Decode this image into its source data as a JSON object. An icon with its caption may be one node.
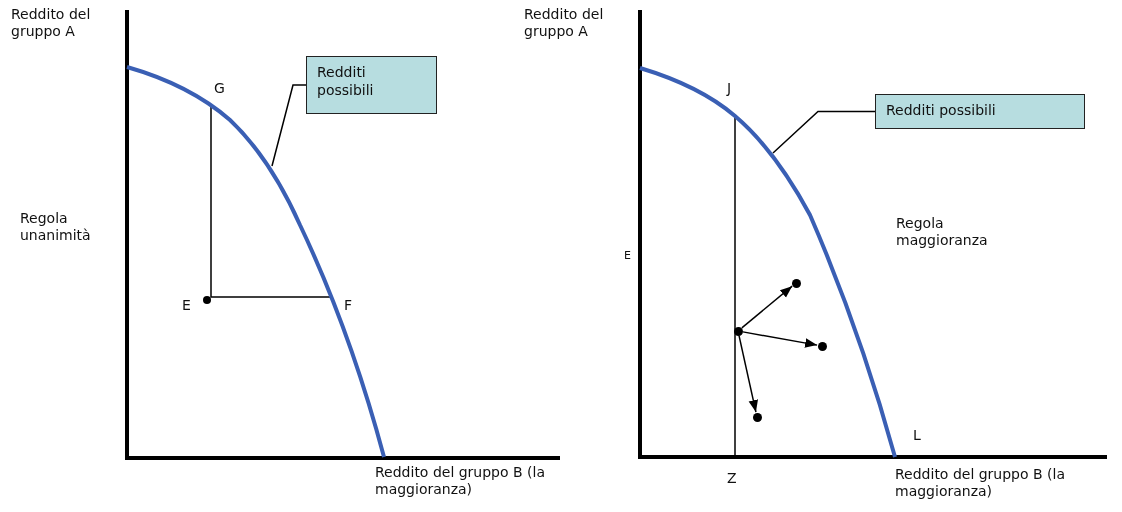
{
  "diagram": {
    "nodes": [
      {
        "text": [
          "Redditi possibili"
        ]
      },
      {
        "text": [
          "Redditi possibili"
        ]
      },
      {
        "text": [],
        "shape": "circle"
      },
      {
        "text": [],
        "shape": "circle"
      },
      {
        "text": [],
        "shape": "circle"
      },
      {
        "text": [],
        "shape": "circle"
      }
    ],
    "edges": [
      {
        "from": 0,
        "to": null,
        "arrow": "none"
      },
      {
        "from": 1,
        "to": null,
        "arrow": "none"
      },
      {
        "from": 2,
        "to": 3,
        "arrow": "to"
      },
      {
        "from": 2,
        "to": 4,
        "arrow": "to"
      },
      {
        "from": 2,
        "to": 5,
        "arrow": "to"
      }
    ],
    "labels": [
      "Reddito del gruppo A",
      "Regola unanimità",
      "G",
      "E",
      "F",
      "Reddito del gruppo B (la maggioranza)",
      "Reddito del gruppo A",
      "J",
      "E",
      "Regola maggioranza",
      "L",
      "Z",
      "Reddito del gruppo B (la maggioranza)"
    ]
  }
}
